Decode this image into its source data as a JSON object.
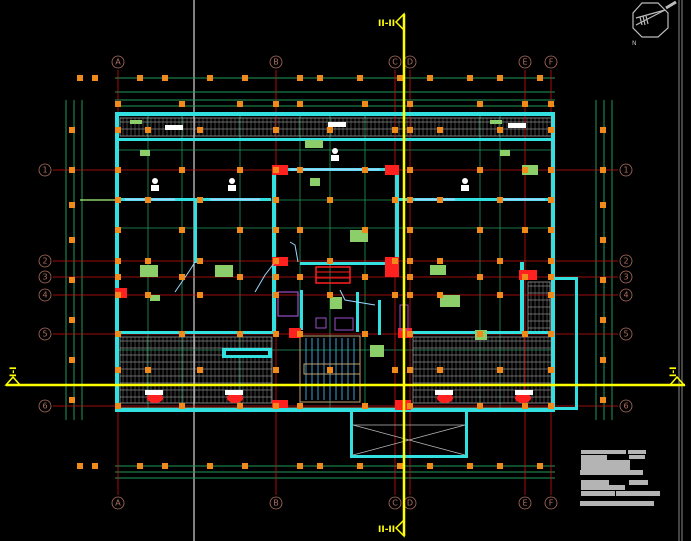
{
  "drawing": {
    "type": "CAD floor plan",
    "colors": {
      "background": "#000000",
      "walls": "#33e0e0",
      "grid_axis": "#d01010",
      "dimension": "#1f9a5a",
      "columns": "#f08a1a",
      "section_line": "#ffff00",
      "furniture": "#8ccf6a",
      "equipment": "#ff2020",
      "hatch": "#c8c8c8",
      "purple": "#9a50c8"
    }
  },
  "grid": {
    "columns": [
      "A",
      "B",
      "C",
      "D",
      "E",
      "F"
    ],
    "rows": [
      "1",
      "2",
      "3",
      "4",
      "5",
      "6"
    ]
  },
  "sections": {
    "vertical": "II-II",
    "horizontal": "I-I"
  },
  "north_arrow": {
    "icon": "north-arrow-icon"
  }
}
